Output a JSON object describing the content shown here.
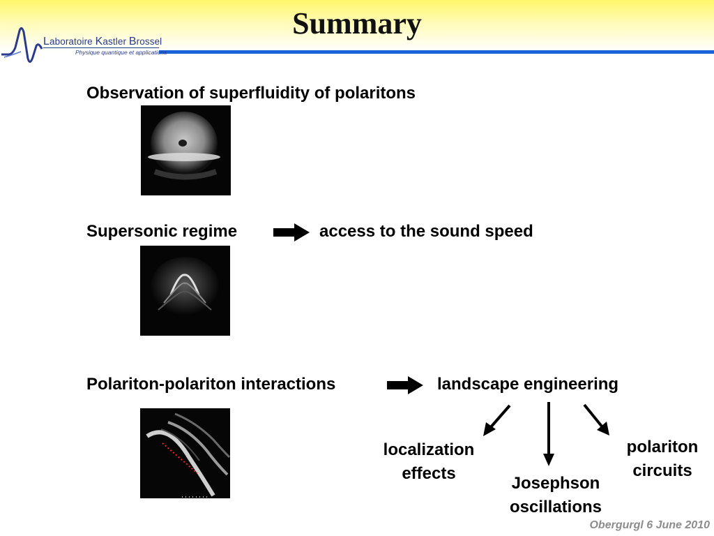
{
  "header": {
    "logo": {
      "name_parts": [
        "L",
        "aboratoire ",
        "K",
        "astler ",
        "B",
        "rossel"
      ],
      "subtitle": "Physique quantique et applications"
    },
    "title": "Summary"
  },
  "sections": {
    "superfluidity": {
      "heading": "Observation of superfluidity of polaritons"
    },
    "supersonic": {
      "heading": "Supersonic regime",
      "result": "access to the sound speed"
    },
    "interactions": {
      "heading": "Polariton-polariton interactions",
      "result": "landscape engineering",
      "outcomes": {
        "localization": {
          "line1": "localization",
          "line2": "effects"
        },
        "josephson": {
          "line1": "Josephson",
          "line2": "oscillations"
        },
        "circuits": {
          "line1": "polariton",
          "line2": "circuits"
        }
      }
    }
  },
  "footer": {
    "text": "Obergurgl 6 June 2010"
  },
  "colors": {
    "rule": "#1a63d9",
    "header_yellow": "#fff76a",
    "logo": "#2a3a8c",
    "footer": "#8c8c8c"
  }
}
